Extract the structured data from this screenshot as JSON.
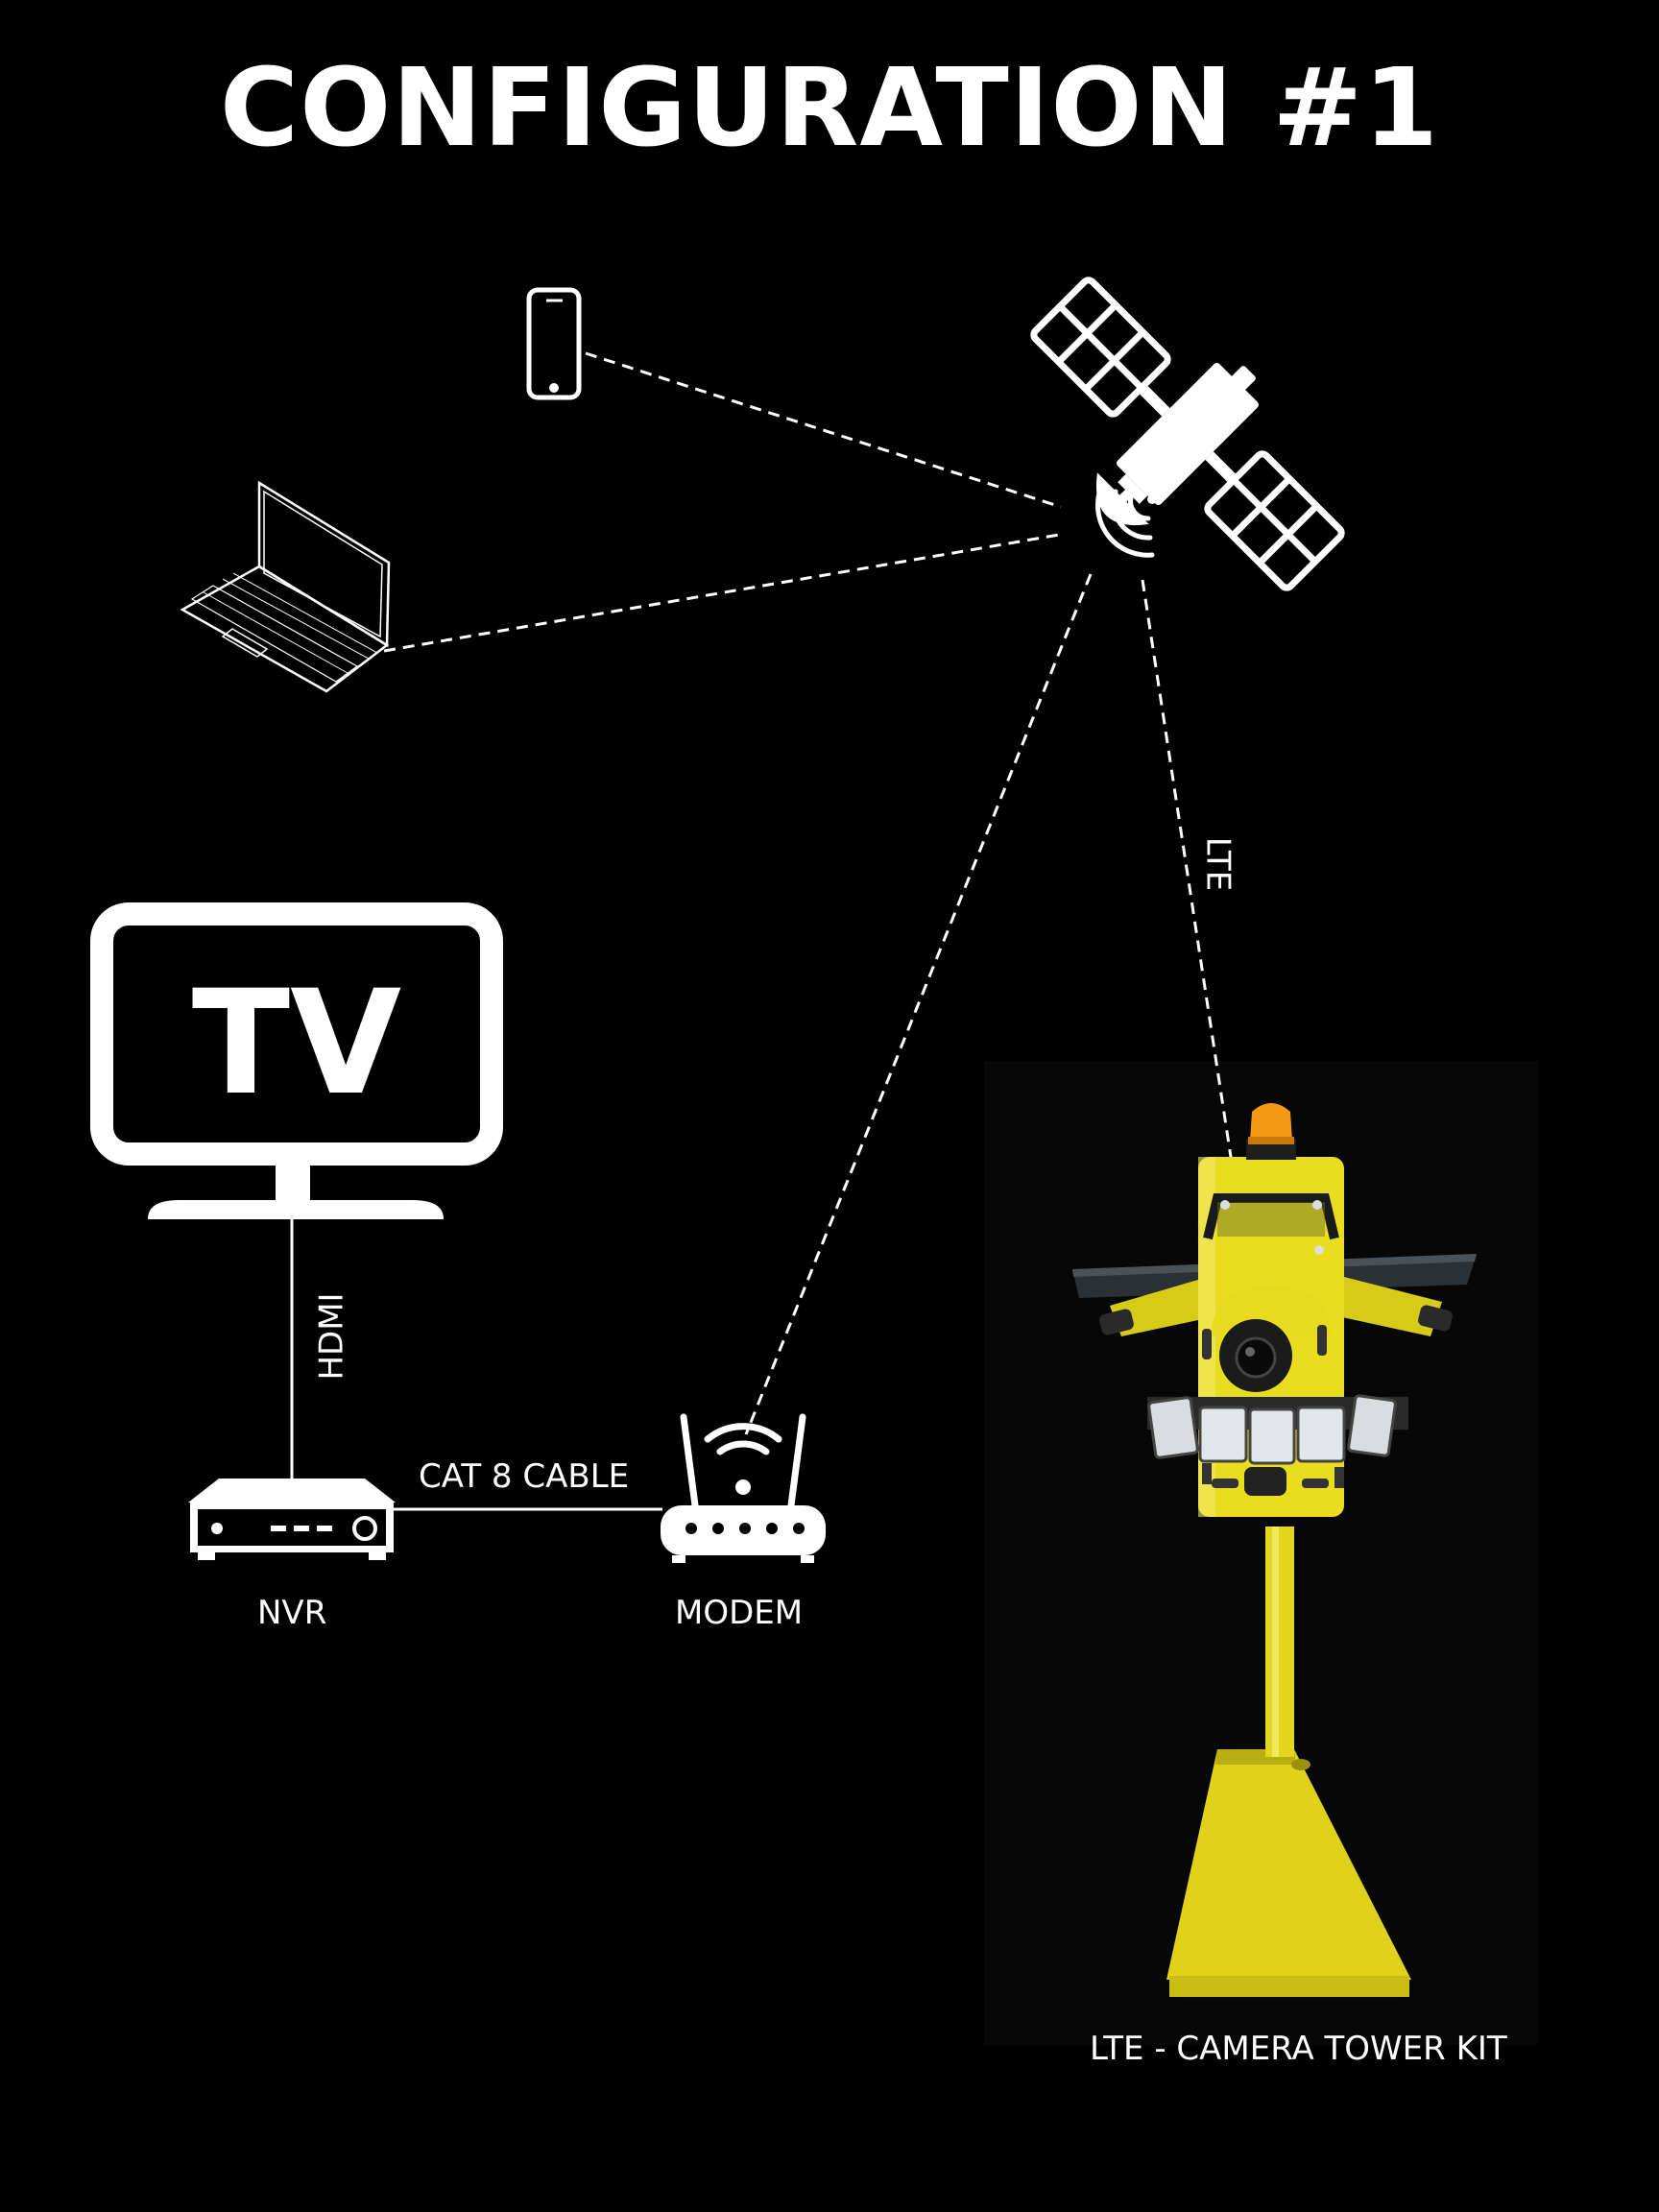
{
  "title": "CONFIGURATION #1",
  "labels": {
    "hdmi": "HDMI",
    "cat_cable": "CAT 8 CABLE",
    "nvr": "NVR",
    "modem": "MODEM",
    "lte": "LTE",
    "tower_kit": "LTE - CAMERA TOWER KIT"
  },
  "icons": {
    "phone": "smartphone-icon",
    "laptop": "laptop-icon",
    "satellite": "satellite-icon",
    "tv": "tv-icon",
    "tv_text": "TV",
    "nvr": "nvr-recorder-icon",
    "modem": "wifi-modem-icon"
  },
  "colors": {
    "background": "#000000",
    "foreground": "#ffffff",
    "tower_yellow": "#e9dd1f",
    "beacon_orange": "#f39a12"
  }
}
